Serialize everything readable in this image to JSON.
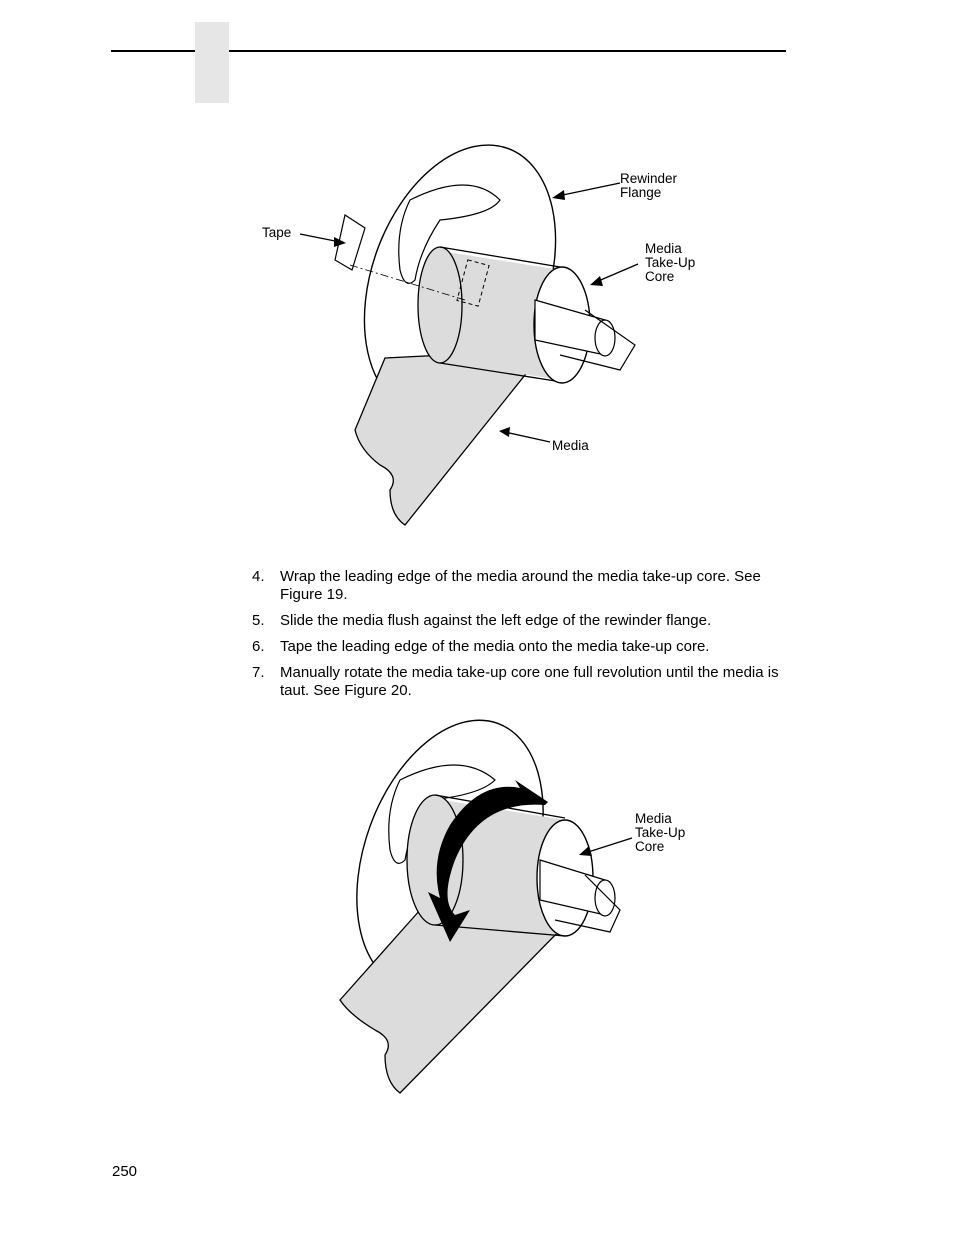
{
  "figure1": {
    "labels": {
      "rewinder_flange": "Rewinder\nFlange",
      "tape": "Tape",
      "media_takeup_core": "Media\nTake-Up\nCore",
      "media": "Media"
    }
  },
  "steps": [
    {
      "number": "4.",
      "text": "Wrap the leading edge of the media around the media take-up core. See Figure 19."
    },
    {
      "number": "5.",
      "text": "Slide the media flush against the left edge of the rewinder flange."
    },
    {
      "number": "6.",
      "text": "Tape the leading edge of the media onto the media take-up core."
    },
    {
      "number": "7.",
      "text": "Manually rotate the media take-up core one full revolution until the media is taut. See Figure 20."
    }
  ],
  "figure2": {
    "labels": {
      "media_takeup_core": "Media\nTake-Up\nCore"
    }
  },
  "page_number": "250",
  "colors": {
    "media_fill": "#dcdcdc",
    "line": "#000000",
    "header_tab": "#e6e6e6"
  }
}
